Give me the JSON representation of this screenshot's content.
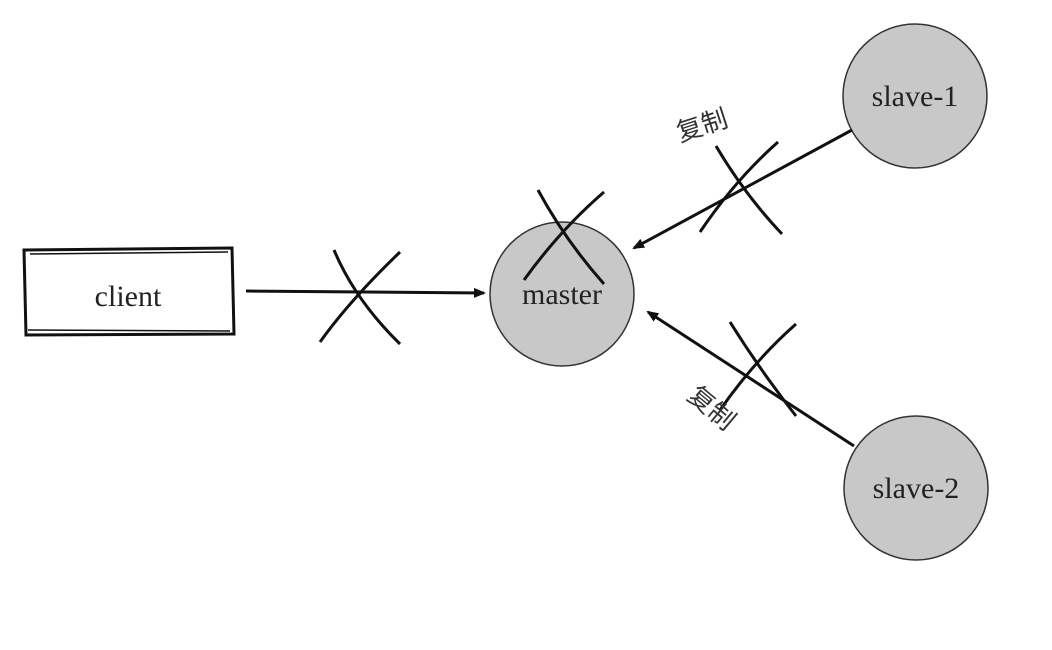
{
  "nodes": {
    "client": "client",
    "master": "master",
    "slave1": "slave-1",
    "slave2": "slave-2"
  },
  "edges": {
    "replication_label_1": "复制",
    "replication_label_2": "复制"
  },
  "colors": {
    "node_fill": "#c8c8c8",
    "stroke": "#111111"
  }
}
